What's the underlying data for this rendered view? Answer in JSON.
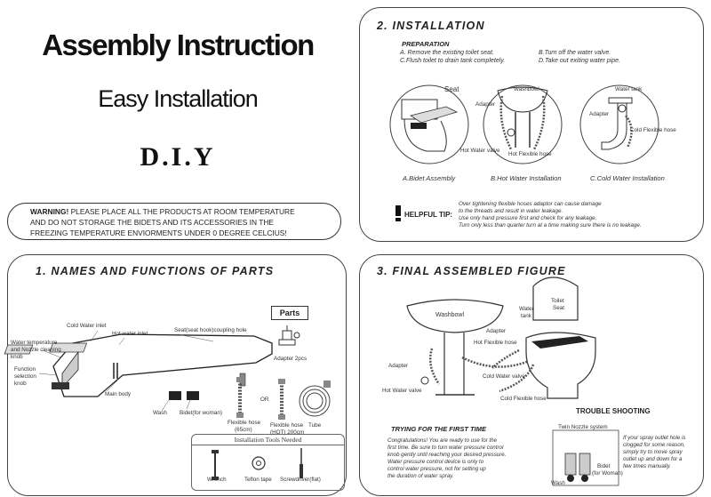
{
  "header": {
    "title": "Assembly Instruction",
    "subtitle": "Easy Installation",
    "tagline": "D.I.Y"
  },
  "warning": {
    "label": "WARNING!",
    "line1": " PLEASE PLACE  ALL THE PRODUCTS  AT ROOM TEMPERATURE",
    "line2": "AND DO NOT  STORAGE  THE BIDETS  AND ITS ACCESSORIES IN   THE",
    "line3": "FREEZING  TEMPERATURE ENVIORMENTS UNDER 0 DEGREE CELCIUS!"
  },
  "installation": {
    "title": "2. INSTALLATION",
    "preparation_title": "PREPARATION",
    "steps": [
      "A. Remove the existing toilet seat.",
      "C.Flush toilet to drain tank completely.",
      "B.Turn off the water valve.",
      "D.Take out exiting water pipe."
    ],
    "figure_labels": {
      "seat": "Seat",
      "washbowl": "Washbowl",
      "adapter": "Adapter",
      "hot_water_valve": "Hot Water valve",
      "hot_flexible_hose": "Hot Flexible hose",
      "water_tank": "Water tank",
      "adapter2": "Adapter",
      "cold_flexible_hose": "Cold Flexible hose"
    },
    "captions": [
      "A.Bidet Assembly",
      "B.Hot Water Installation",
      "C.Cold Water Installation"
    ],
    "helpful_tip_label": "HELPFUL TIP:",
    "tips": [
      "Over tightening flexible hoses adaptor can cause damage",
      "to the threads and result in water leakage.",
      "Use only hand pressure first and check for any leakage.",
      "Turn only less than quarter turn at a time making sure there is no leakage."
    ]
  },
  "names": {
    "title": "1. NAMES AND FUNCTIONS OF PARTS",
    "labels": {
      "cold_inlet": "Cold Water inlet",
      "hot_inlet": "Hot water inlet",
      "temp_knob_1": "Water temperature",
      "temp_knob_2": "and Nozzle cleaning",
      "temp_knob_3": "knob",
      "func_1": "Function",
      "func_2": "selection",
      "func_3": "knob",
      "seat_hook": "Seat(seat hook)coupling hole",
      "main_body": "Main body",
      "wash": "Wash",
      "bidet": "Bidet(for woman)"
    },
    "parts_title": "Parts",
    "adapter": "Adapter 2pcs",
    "flexible_hose_65": "Flexible hose",
    "flexible_hose_65_len": "(65cm)",
    "or": "OR",
    "flexible_hose_hot": "Flexible hose",
    "flexible_hose_hot_len": "(HOT) 200cm",
    "tube": "Tube",
    "tools_title": "Installation Tools Needed",
    "tools": [
      "Wrench",
      "Teflon tape",
      "Screwdriver(flat)"
    ]
  },
  "final": {
    "title": "3. FINAL ASSEMBLED FIGURE",
    "labels": {
      "washbowl": "Washbowl",
      "water_tank_1": "Water",
      "water_tank_2": "tank",
      "toilet_seat_1": "Toilet",
      "toilet_seat_2": "Seat",
      "adapter_top": "Adapter",
      "hot_hose": "Hot Flexible hose",
      "adapter_left": "Adapter",
      "cold_valve": "Cold Water valve",
      "hot_valve": "Hot Water valve",
      "cold_hose": "Cold Flexible hose"
    },
    "trouble_title": "TROUBLE SHOOTING",
    "trying_title": "TRYING FOR THE FIRST TIME",
    "trying_text": [
      "Congratulations! You are ready to use for the",
      "first time. Be sure to turn water pressure control",
      "knob gently until reaching your desired pressure.",
      "Water pressure control device is only to",
      "control water pressure, not for setting up",
      "the duration of water spray."
    ],
    "twin_title": "Twin Nozzle system",
    "twin_bidet": "Bidet",
    "twin_bidet_sub": "(for Woman)",
    "twin_wash": "Wash",
    "trouble_text": [
      "If your spray outlet hole is",
      "clogged for some reason,",
      "simply try to move spray",
      "outlet up and down for a",
      "few times manually."
    ]
  }
}
